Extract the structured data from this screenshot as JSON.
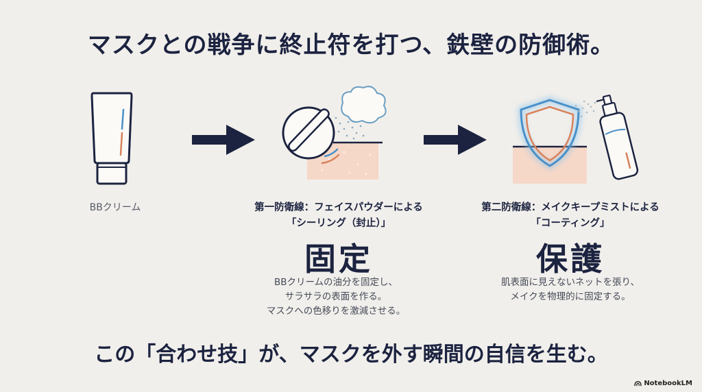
{
  "title": "マスクとの戦争に終止符を打つ、鉄壁の防御術。",
  "step0": {
    "label": "BBクリーム"
  },
  "step1": {
    "heading_line1": "第一防衛線：フェイスパウダーによる",
    "heading_line2": "「シーリング（封止）」",
    "keyword": "固定",
    "desc": [
      "BBクリームの油分を固定し、",
      "サラサラの表面を作る。",
      "マスクへの色移りを激減させる。"
    ]
  },
  "step2": {
    "heading_line1": "第二防衛線：メイクキープミストによる",
    "heading_line2": "「コーティング」",
    "keyword": "保護",
    "desc": [
      "肌表面に見えないネットを張り、",
      "メイクを物理的に固定する。"
    ]
  },
  "footer": "この「合わせ技」が、マスクを外す瞬間の自信を生む。",
  "brand": "NotebookLM",
  "colors": {
    "navy": "#1c2340",
    "orange": "#d9825b",
    "blue": "#4a90c8",
    "skin": "#f6d8c8"
  }
}
